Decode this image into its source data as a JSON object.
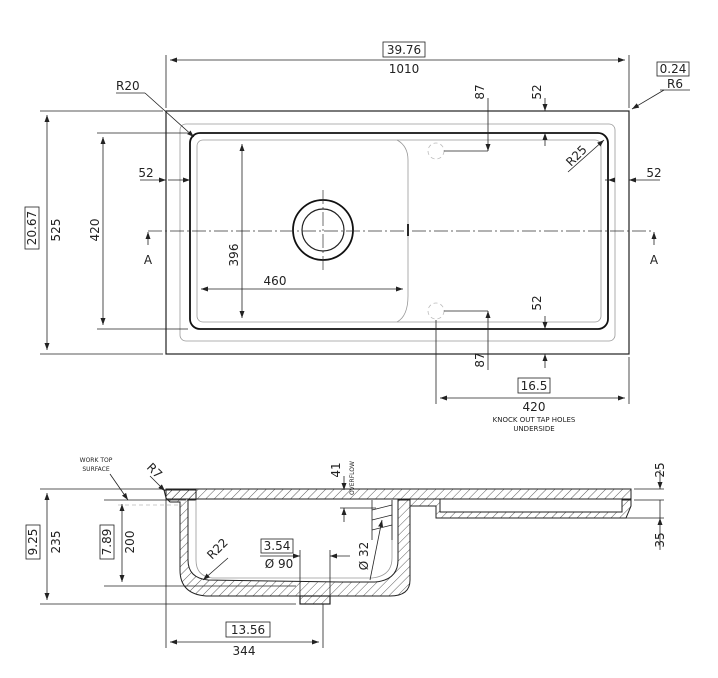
{
  "dims": {
    "overall_width_in": "39.76",
    "overall_width_mm": "1010",
    "corner_in": "0.24",
    "corner_r": "R6",
    "r20": "R20",
    "r25": "R25",
    "top_87": "87",
    "top_52": "52",
    "left_52": "52",
    "right_52": "52",
    "height_in": "20.67",
    "height_mm": "525",
    "bowl_h": "420",
    "inner_396": "396",
    "bowl_460": "460",
    "section_a_left": "A",
    "section_a_right": "A",
    "lower_52": "52",
    "lower_87": "87",
    "tap_in": "16.5",
    "tap_mm": "420",
    "knock_line1": "KNOCK OUT TAP HOLES",
    "knock_line2": "UNDERSIDE"
  },
  "section": {
    "worktop_line1": "WORK TOP",
    "worktop_line2": "SURFACE",
    "r7": "R7",
    "overflow_41": "41",
    "overflow_label": "OVERFLOW",
    "right_25": "25",
    "right_35": "35",
    "depth_in": "9.25",
    "depth_mm": "235",
    "inner_in": "7.89",
    "inner_mm": "200",
    "r22": "R22",
    "waste_in": "3.54",
    "waste_mm": "Ø 90",
    "ovf_dia": "Ø 32",
    "bowl_in": "13.56",
    "bowl_mm": "344"
  }
}
